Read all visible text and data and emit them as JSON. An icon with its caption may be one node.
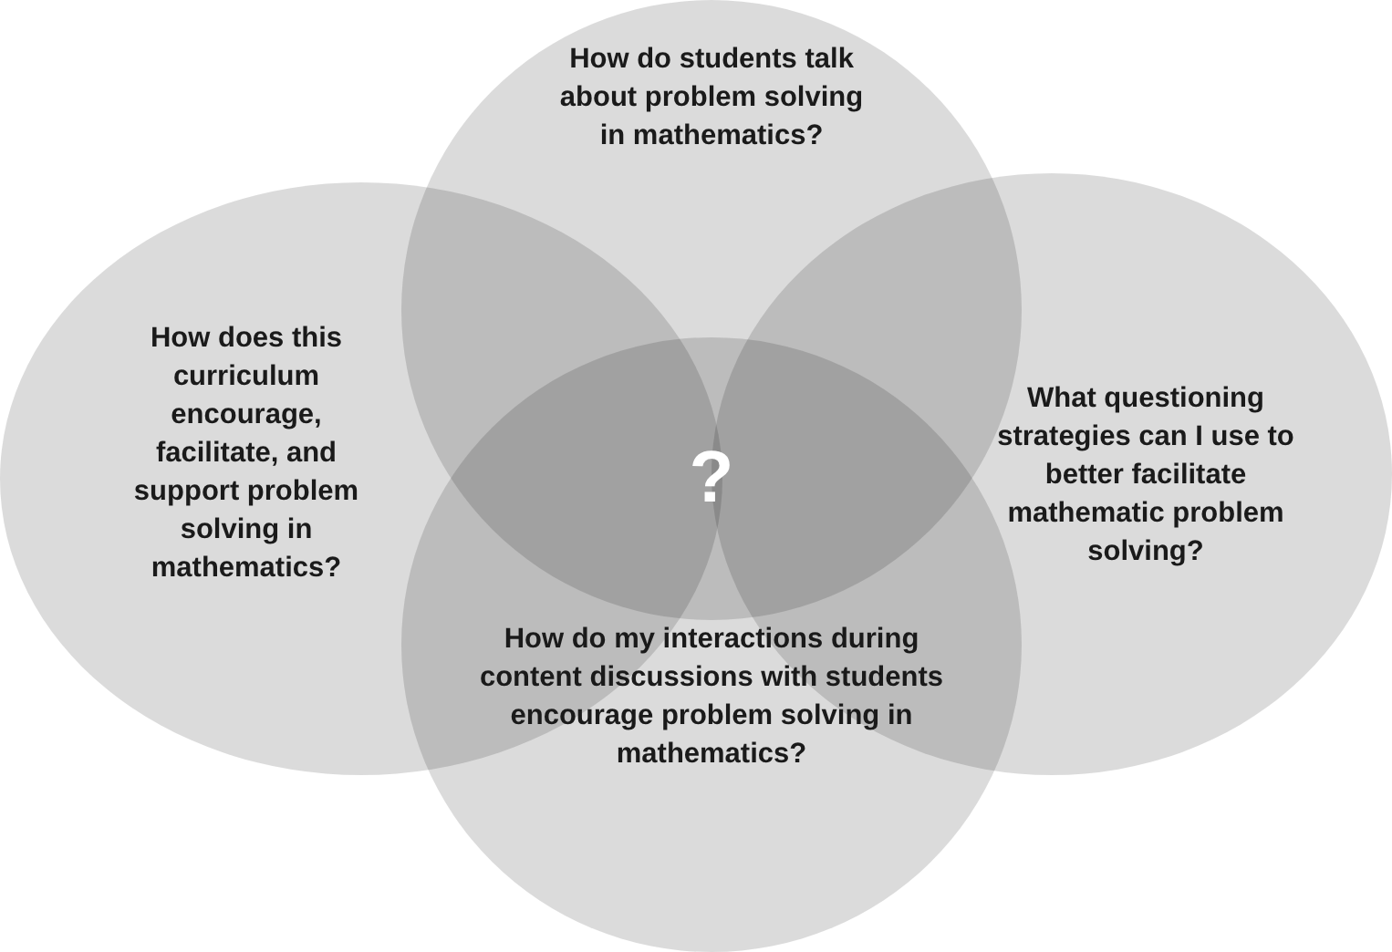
{
  "diagram": {
    "nodes": [
      {
        "text": [
          "How do students talk about problem solving in mathematics?"
        ]
      },
      {
        "text": [
          "How does this curriculum encourage, facilitate, and support problem solving in mathematics?"
        ]
      },
      {
        "text": [
          "What questioning strategies can I use to better facilitate mathematic problem solving?"
        ]
      },
      {
        "text": [
          "How do my interactions during content discussions with students encourage problem solving in mathematics?"
        ]
      }
    ],
    "edges": [],
    "labels": [
      "?"
    ]
  }
}
